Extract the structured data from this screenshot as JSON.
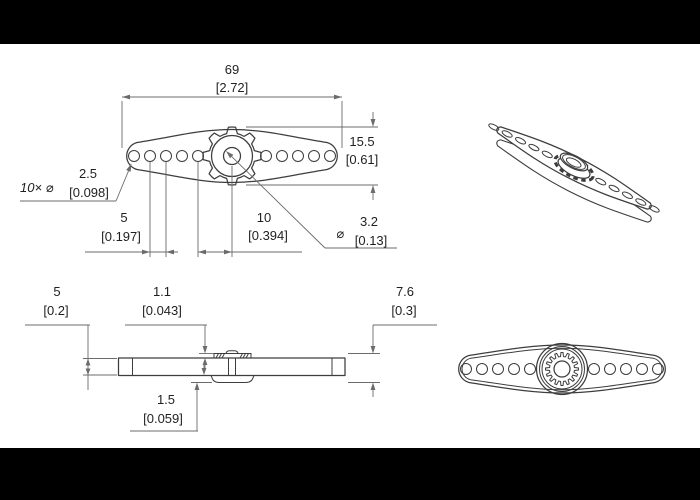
{
  "colors": {
    "background": "#ffffff",
    "letterbox": "#000000",
    "part_line": "#3d3d3d",
    "dimension_line": "#6b6b6b",
    "text": "#1f1f1f"
  },
  "dims": {
    "length": {
      "mm": "69",
      "inch": "[2.72]"
    },
    "width": {
      "mm": "15.5",
      "inch": "[0.61]"
    },
    "hole": {
      "prefix": "10× ⌀",
      "mm": "2.5",
      "inch": "[0.098]"
    },
    "spacing": {
      "mm": "5",
      "inch": "[0.197]"
    },
    "center_offset": {
      "mm": "10",
      "inch": "[0.394]"
    },
    "center_hole": {
      "prefix": "⌀",
      "mm": "3.2",
      "inch": "[0.13]"
    },
    "thickness": {
      "mm": "5",
      "inch": "[0.2]"
    },
    "spline_step": {
      "mm": "1.1",
      "inch": "[0.043]"
    },
    "total_height": {
      "mm": "7.6",
      "inch": "[0.3]"
    },
    "boss": {
      "mm": "1.5",
      "inch": "[0.059]"
    }
  }
}
